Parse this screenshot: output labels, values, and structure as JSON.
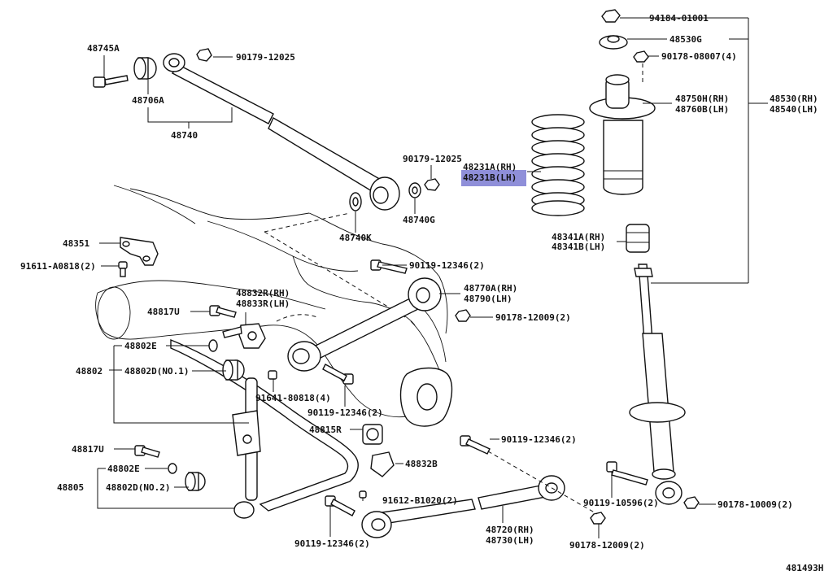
{
  "callouts": {
    "c48745a": "48745A",
    "c48706a": "48706A",
    "c48740": "48740",
    "c9017912025a": "90179-12025",
    "c9017912025b": "90179-12025",
    "c48231a": "48231A(RH)",
    "c48231b": "48231B(LH)",
    "c48740g": "48740G",
    "c48740k": "48740K",
    "c94184": "94184-01001",
    "c48530g": "48530G",
    "c9017808007": "90178-08007(4)",
    "c48750h": "48750H(RH)",
    "c48760b": "48760B(LH)",
    "c48530": "48530(RH)",
    "c48540": "48540(LH)",
    "c48341a": "48341A(RH)",
    "c48341b": "48341B(LH)",
    "c48351": "48351",
    "c91611": "91611-A0818(2)",
    "c9011912346a": "90119-12346(2)",
    "c48832r": "48832R(RH)",
    "c48833r": "48833R(LH)",
    "c48770a": "48770A(RH)",
    "c48790": "48790(LH)",
    "c48817ua": "48817U",
    "c9017812009a": "90178-12009(2)",
    "c48802ea": "48802E",
    "c48802": "48802",
    "c48802d1": "48802D(NO.1)",
    "c91641": "91641-80818(4)",
    "c9011912346b": "90119-12346(2)",
    "c48815r": "48815R",
    "c9011912346c": "90119-12346(2)",
    "c48817ub": "48817U",
    "c48832b": "48832B",
    "c48802eb": "48802E",
    "c48805": "48805",
    "c48802d2": "48802D(NO.2)",
    "c91612": "91612-B1020(2)",
    "c9011910596": "90119-10596(2)",
    "c9017810009": "90178-10009(2)",
    "c48720": "48720(RH)",
    "c48730": "48730(LH)",
    "c9011912346d": "90119-12346(2)",
    "c9017812009b": "90178-12009(2)",
    "code": "481493H"
  },
  "highlight_color": "#8f8fd9"
}
